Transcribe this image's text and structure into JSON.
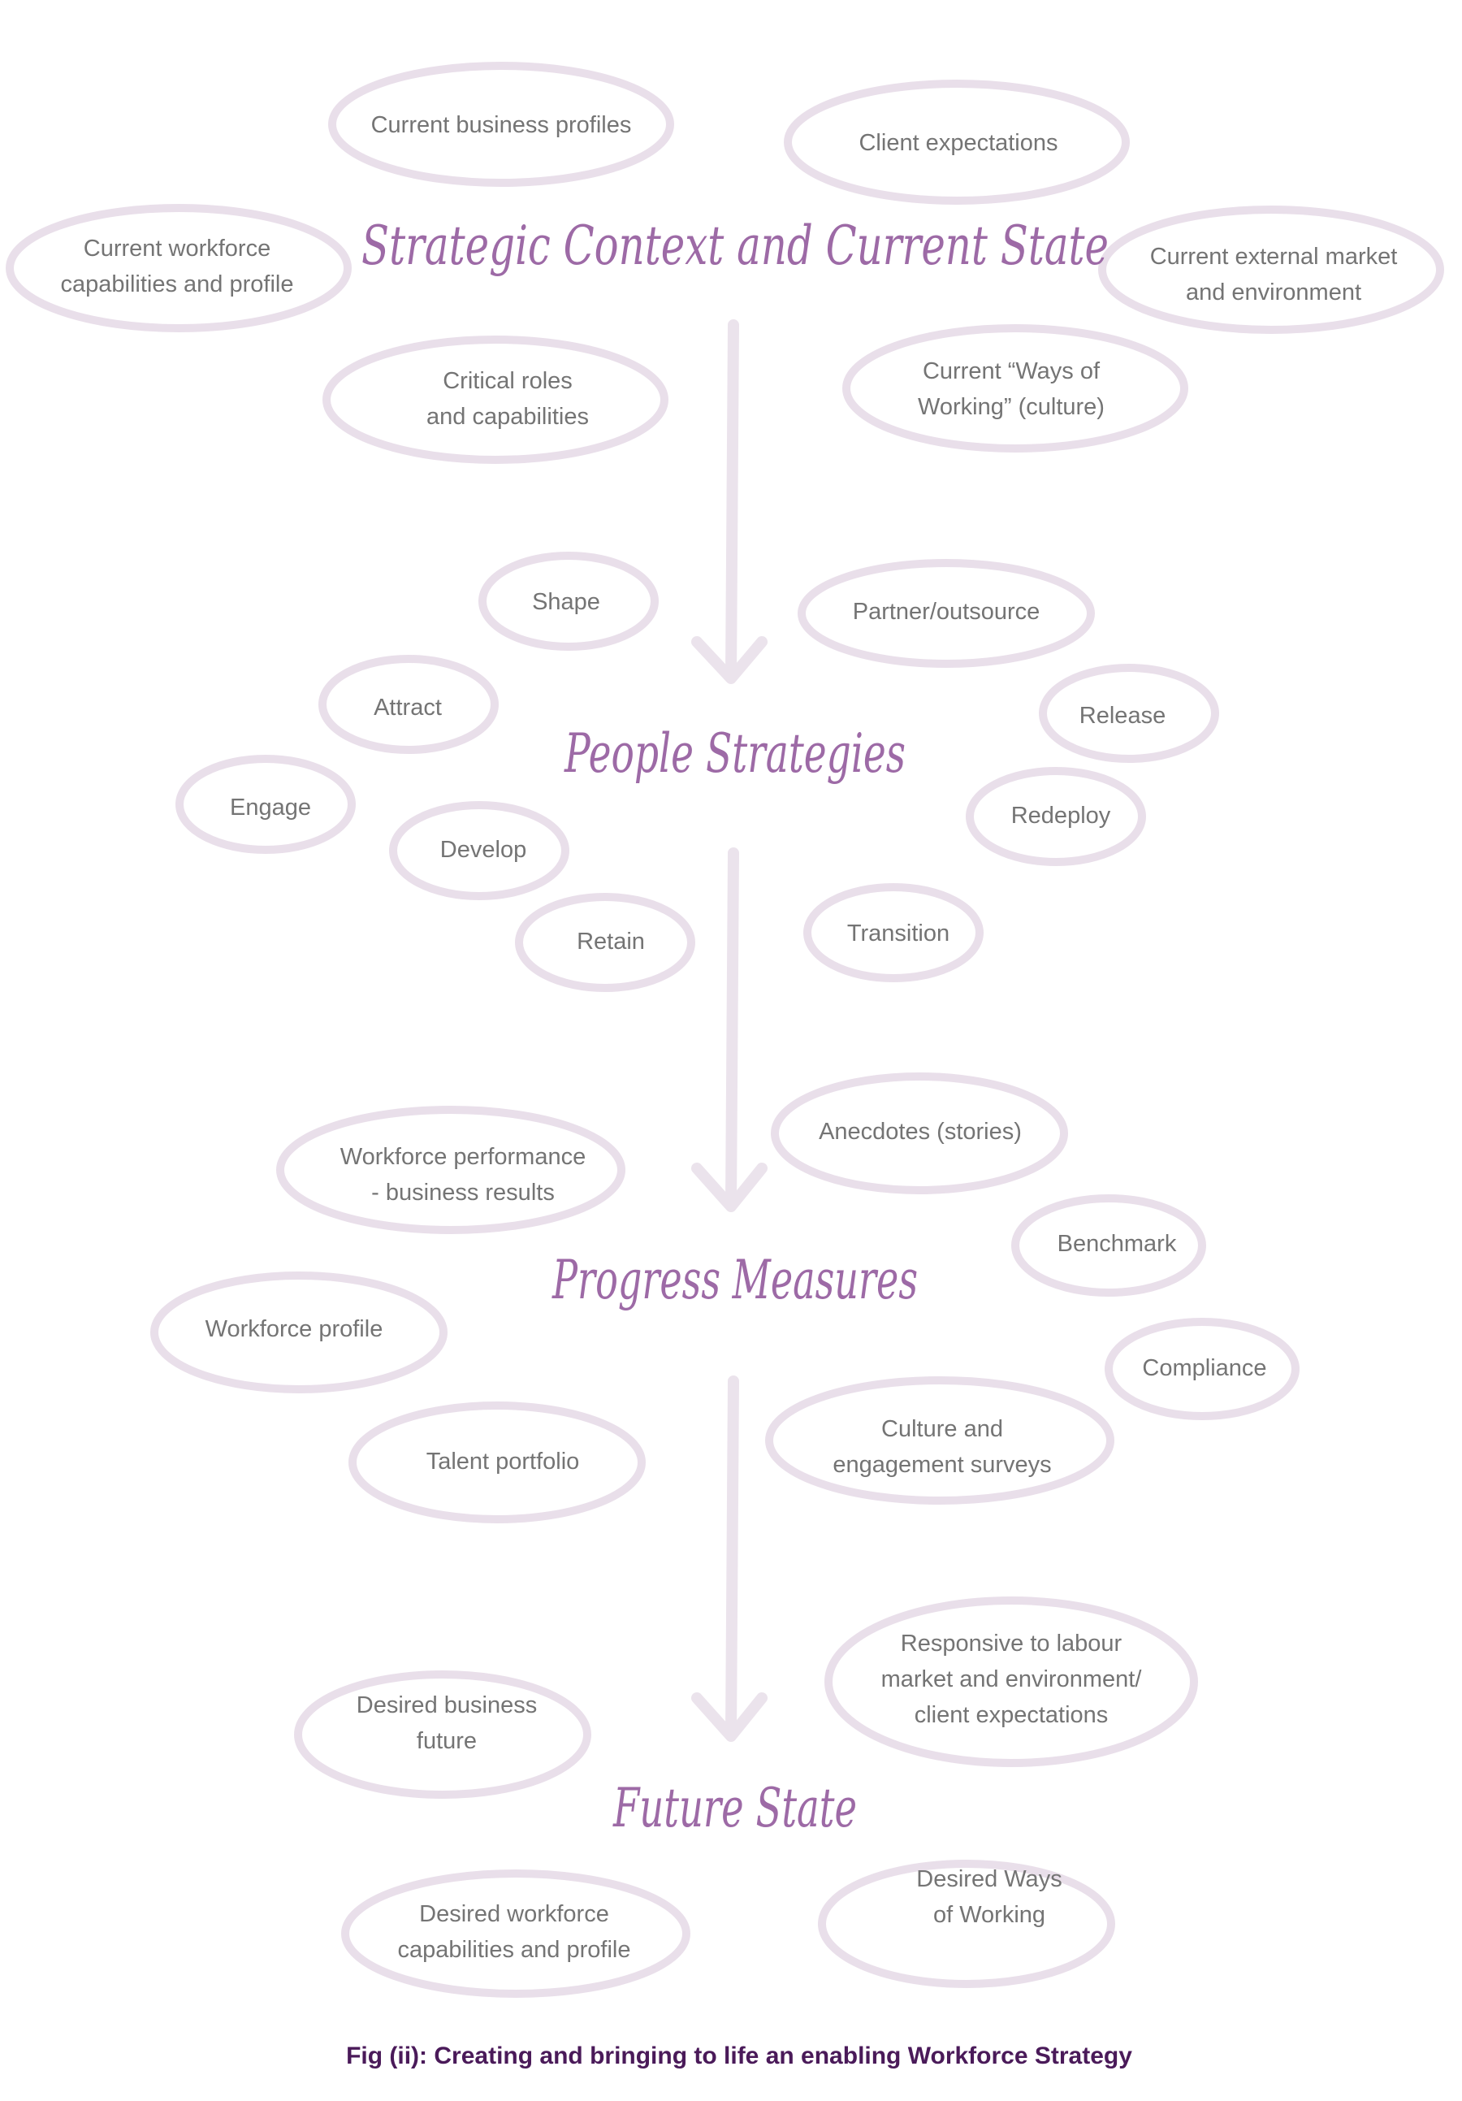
{
  "colors": {
    "ellipse_stroke": "#e9dfea",
    "arrow": "#ebe3ec",
    "heading": "#9d6aa6",
    "node_text": "#747474",
    "caption": "#4a1a59"
  },
  "headings": {
    "strategic_context": "Strategic Context and Current State",
    "people_strategies": "People Strategies",
    "progress_measures": "Progress Measures",
    "future_state": "Future State"
  },
  "nodes": {
    "current_business_profiles": [
      "Current business profiles"
    ],
    "client_expectations": [
      "Client expectations"
    ],
    "current_workforce": [
      "Current workforce",
      "capabilities and profile"
    ],
    "current_external_market": [
      "Current external market",
      "and environment"
    ],
    "critical_roles": [
      "Critical roles",
      "and capabilities"
    ],
    "ways_of_working": [
      "Current “Ways of",
      "Working” (culture)"
    ],
    "shape": [
      "Shape"
    ],
    "partner_outsource": [
      "Partner/outsource"
    ],
    "attract": [
      "Attract"
    ],
    "release": [
      "Release"
    ],
    "engage": [
      "Engage"
    ],
    "develop": [
      "Develop"
    ],
    "redeploy": [
      "Redeploy"
    ],
    "retain": [
      "Retain"
    ],
    "transition": [
      "Transition"
    ],
    "anecdotes": [
      "Anecdotes (stories)"
    ],
    "workforce_performance": [
      "Workforce performance",
      "- business results"
    ],
    "benchmark": [
      "Benchmark"
    ],
    "workforce_profile": [
      "Workforce profile"
    ],
    "compliance": [
      "Compliance"
    ],
    "culture_surveys": [
      "Culture and",
      "engagement surveys"
    ],
    "talent_portfolio": [
      "Talent portfolio"
    ],
    "responsive": [
      "Responsive to labour",
      "market and environment/",
      "client expectations"
    ],
    "desired_business_future": [
      "Desired business",
      "future"
    ],
    "desired_workforce": [
      "Desired workforce",
      "capabilities and profile"
    ],
    "desired_ways": [
      "Desired Ways",
      "of Working"
    ]
  },
  "caption": "Fig (ii): Creating and bringing to life an enabling Workforce Strategy"
}
